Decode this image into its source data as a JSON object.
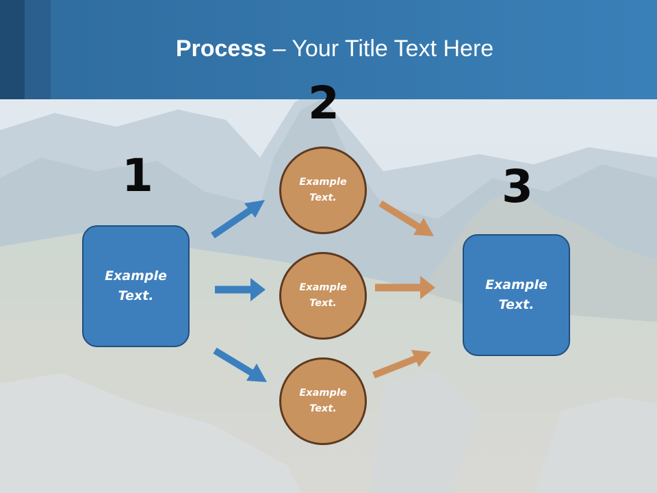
{
  "slide": {
    "title_bold": "Process",
    "title_rest": " – Your Title Text Here"
  },
  "steps": {
    "step1_number": "1",
    "step2_number": "2",
    "step3_number": "3"
  },
  "nodes": {
    "left_box_text": "Example Text.",
    "circle_top_text": "Example Text.",
    "circle_middle_text": "Example Text.",
    "circle_bottom_text": "Example Text.",
    "right_box_text": "Example Text."
  },
  "colors": {
    "header": "#3a80b8",
    "box_fill": "#3d7fbd",
    "circle_fill": "#c9935f",
    "blue_arrow": "#3b7fbf",
    "orange_arrow": "#cc8f5c"
  }
}
